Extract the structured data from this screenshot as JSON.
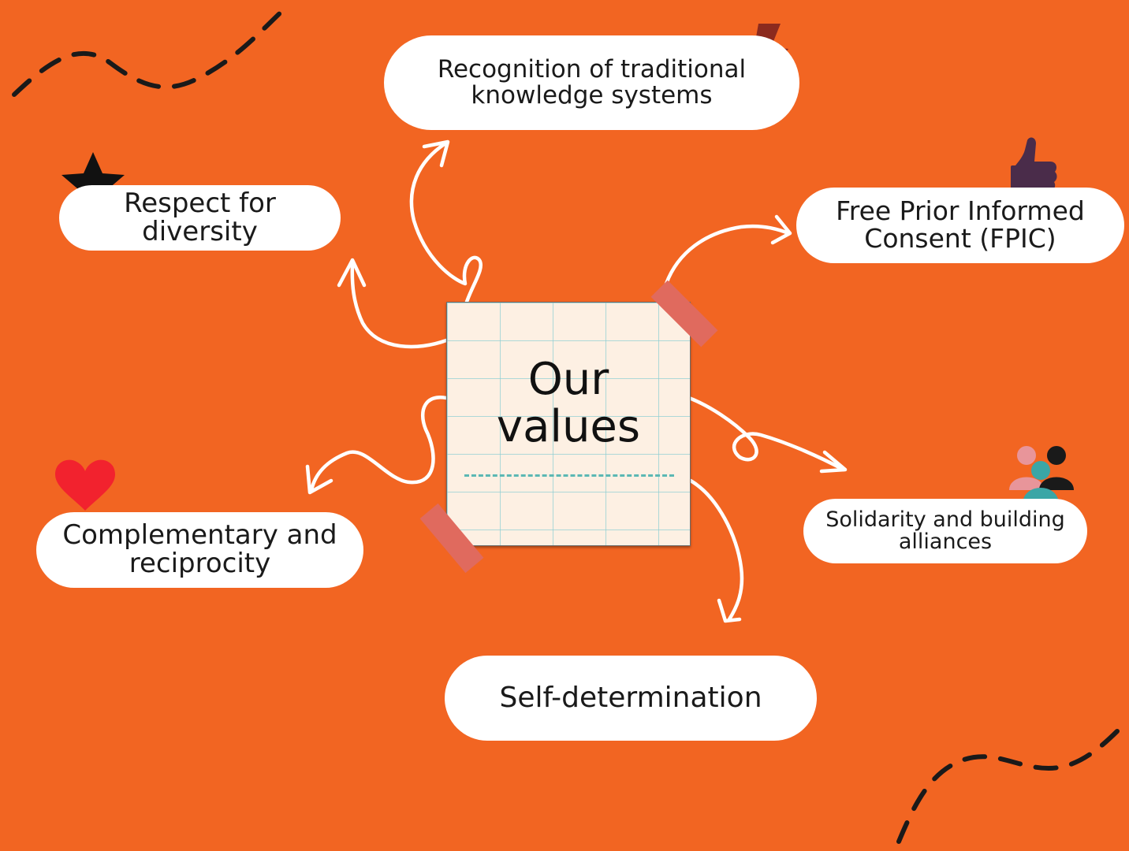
{
  "title": {
    "line1": "Our",
    "line2": "values"
  },
  "values": [
    {
      "id": "recognition",
      "line1": "Recognition of traditional",
      "line2": "knowledge systems",
      "icon": "lightning-icon"
    },
    {
      "id": "respect",
      "line1": "Respect for",
      "line2": "diversity",
      "icon": "star-icon"
    },
    {
      "id": "fpic",
      "line1": "Free Prior Informed",
      "line2": "Consent (FPIC)",
      "icon": "thumbs-up-icon"
    },
    {
      "id": "complementary",
      "line1": "Complementary and",
      "line2": "reciprocity",
      "icon": "heart-icon"
    },
    {
      "id": "solidarity",
      "line1": "Solidarity and building",
      "line2": "alliances",
      "icon": "people-icon"
    },
    {
      "id": "self",
      "line1": "Self-determination",
      "icon": ""
    }
  ],
  "colors": {
    "background": "#f26522",
    "bubble": "#ffffff",
    "note": "#fdf0e3",
    "grid": "#8ccdd2",
    "tape": "#e06a5e",
    "lightning": "#8b2a1e",
    "heart": "#f2222e",
    "thumb": "#4a2c4a",
    "people": [
      "#e8959a",
      "#3aa6a6",
      "#1a1a1a"
    ]
  }
}
